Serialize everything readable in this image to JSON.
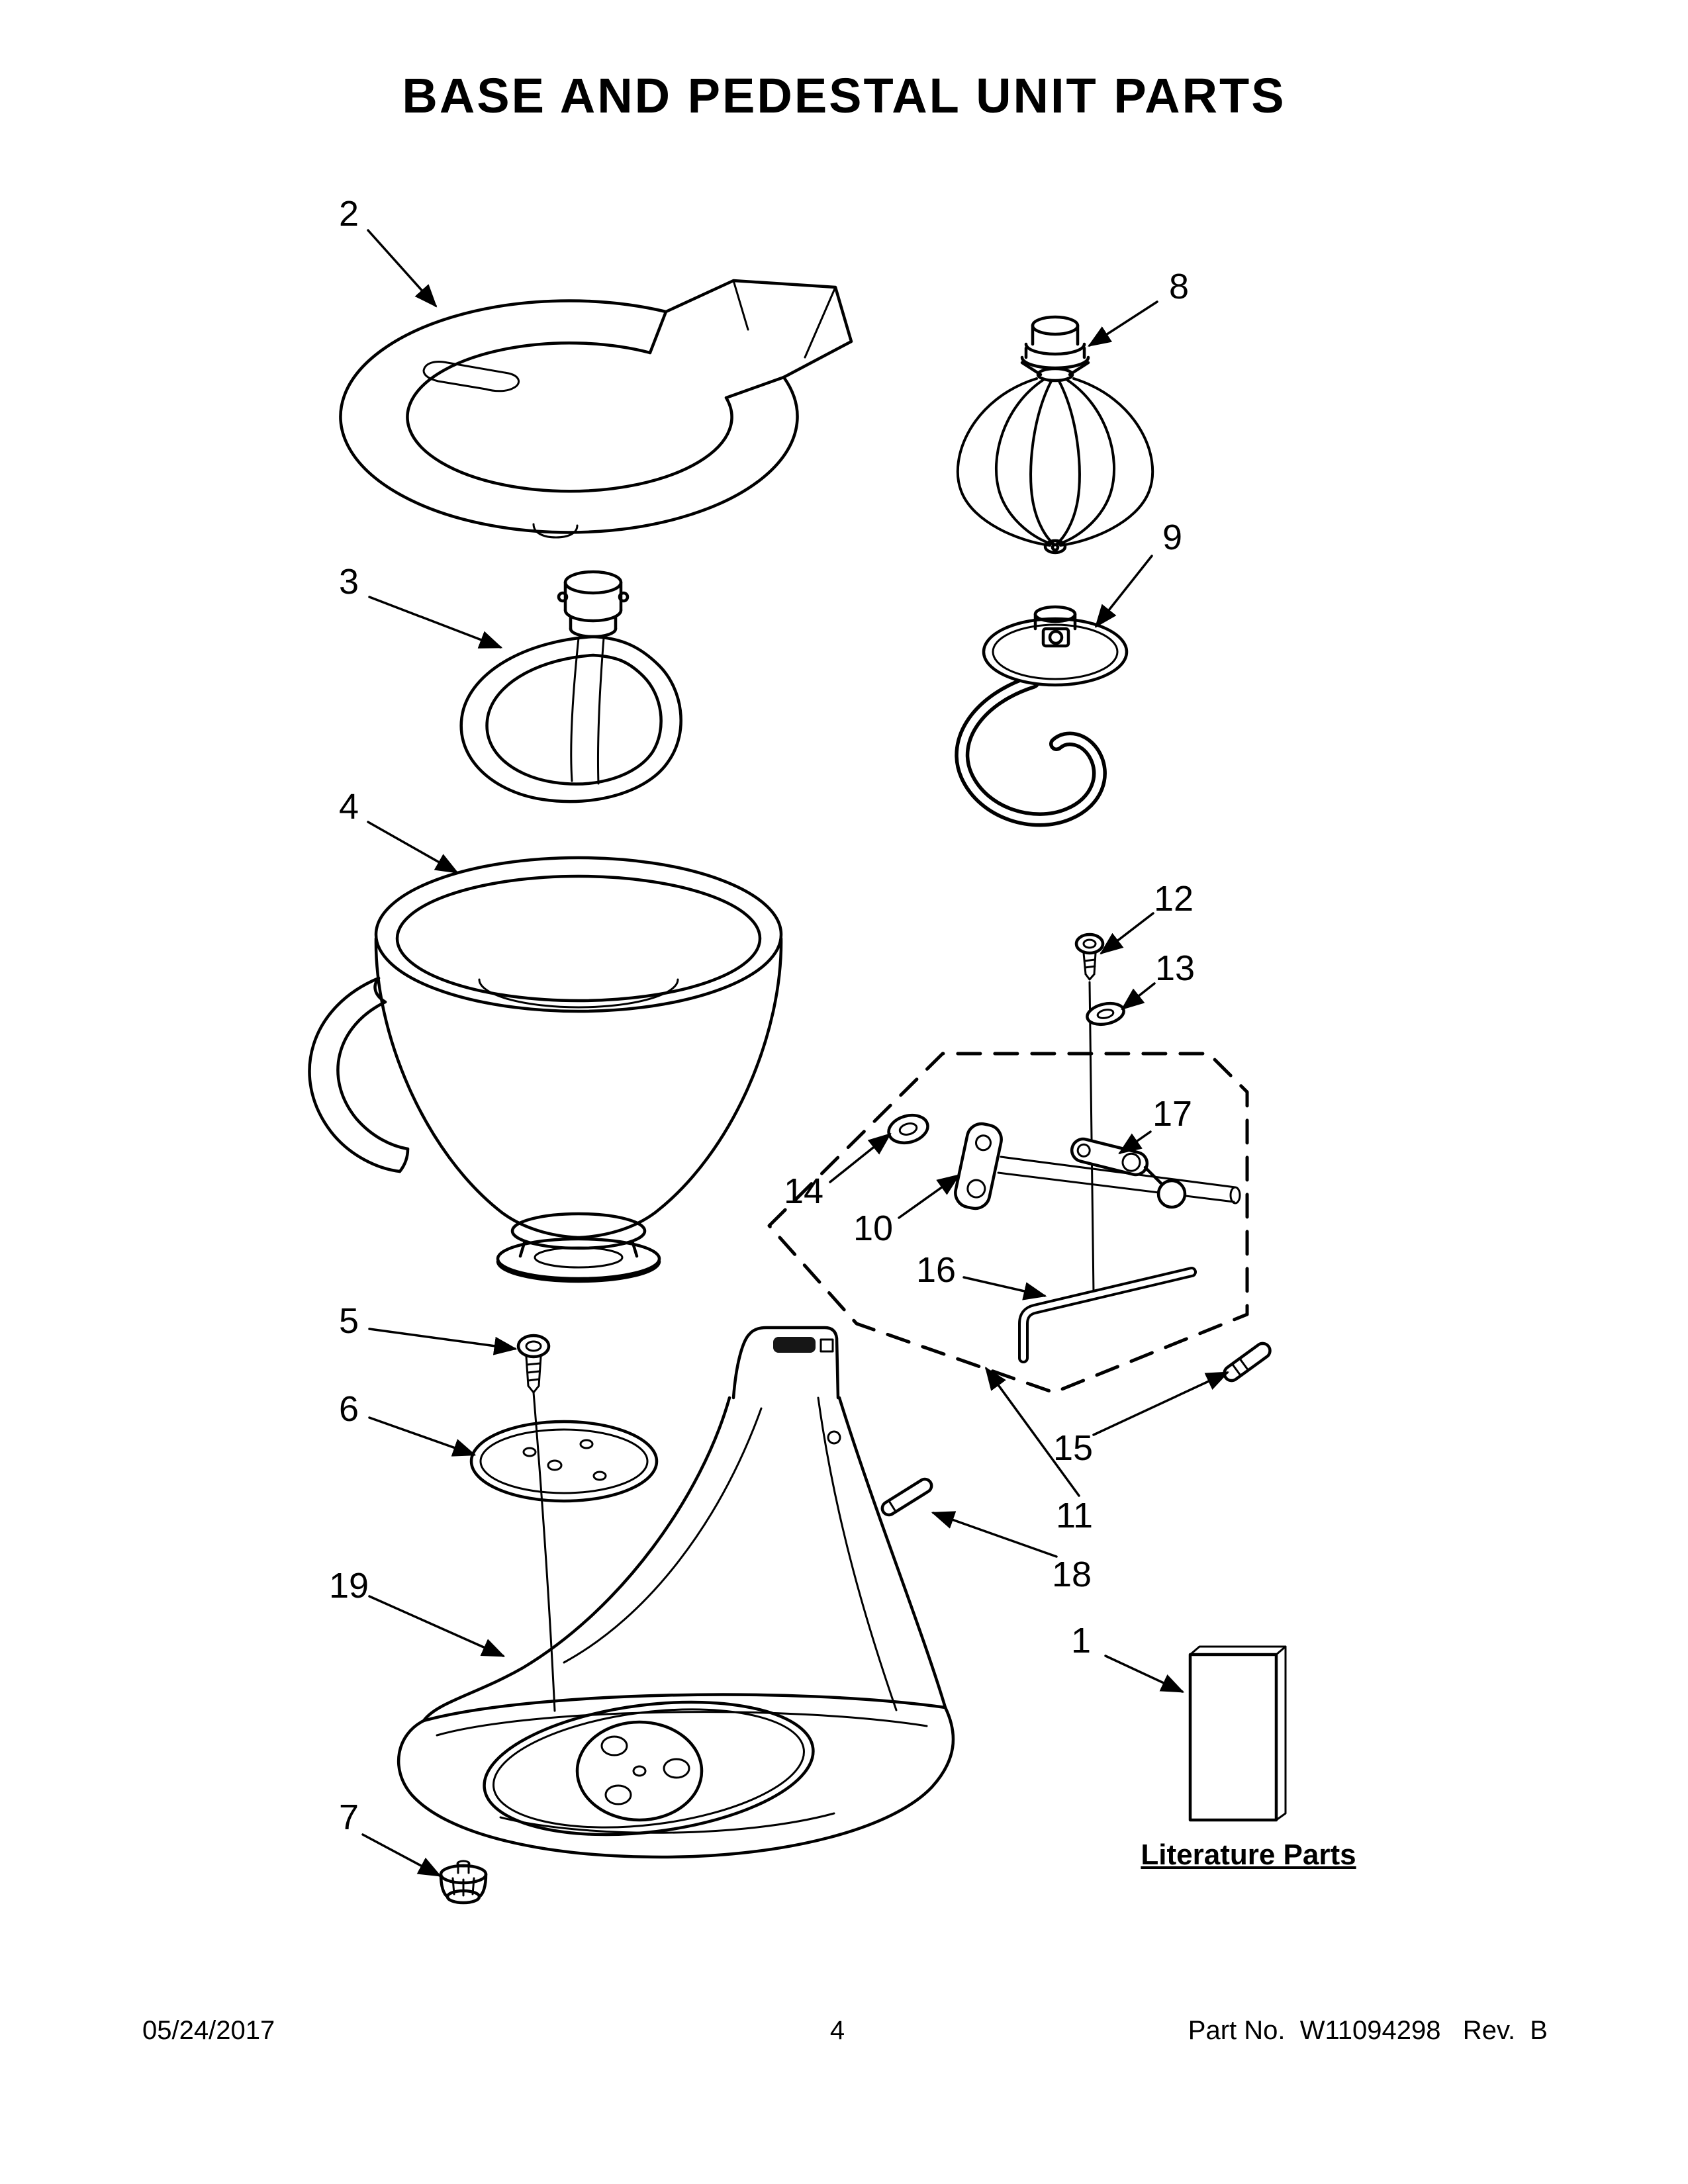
{
  "page": {
    "title": "BASE AND PEDESTAL UNIT PARTS",
    "footer": {
      "date": "05/24/2017",
      "page_number": "4",
      "part_info": "Part No.  W11094298   Rev.  B"
    }
  },
  "diagram": {
    "literature_section_label": "Literature Parts",
    "callouts": [
      "1",
      "2",
      "3",
      "4",
      "5",
      "6",
      "7",
      "8",
      "9",
      "10",
      "11",
      "12",
      "13",
      "14",
      "15",
      "16",
      "17",
      "18",
      "19"
    ]
  }
}
